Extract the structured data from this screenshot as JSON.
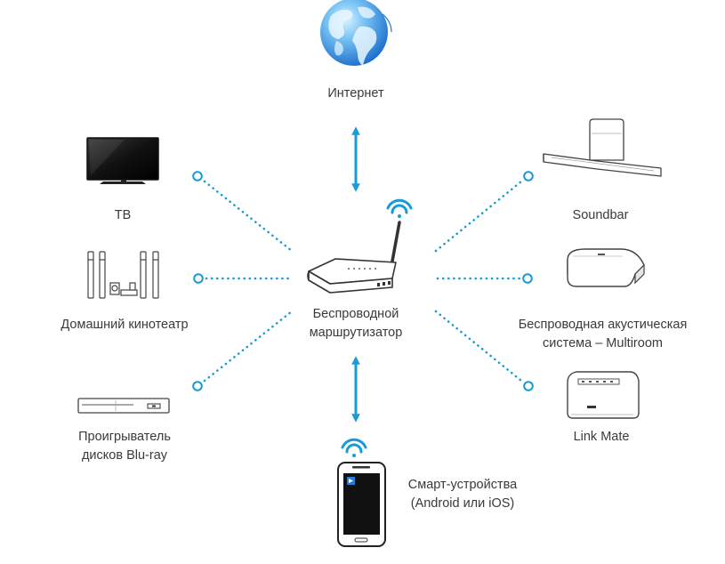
{
  "colors": {
    "accent": "#1a9ad6",
    "device_outline": "#333333",
    "device_dark": "#1b1b1b",
    "globe_light": "#8fd3ff",
    "globe_dark": "#1466c9",
    "text": "#3a3a3a"
  },
  "nodes": {
    "internet": {
      "label": "Интернет",
      "icon": "globe-icon"
    },
    "router": {
      "line1": "Беспроводной",
      "line2": "маршрутизатор",
      "icon": "wireless-router-icon"
    },
    "tv": {
      "label": "ТВ",
      "icon": "tv-icon"
    },
    "home_theater": {
      "label": "Домашний кинотеатр",
      "icon": "home-theater-icon"
    },
    "bluray": {
      "line1": "Проигрыватель",
      "line2": "дисков Blu-ray",
      "icon": "bluray-player-icon"
    },
    "soundbar": {
      "label": "Soundbar",
      "icon": "soundbar-icon"
    },
    "multiroom": {
      "line1": "Беспроводная акустическая",
      "line2": "система – Multiroom",
      "icon": "wireless-speaker-icon"
    },
    "link_mate": {
      "label": "Link Mate",
      "icon": "link-mate-icon"
    },
    "smart": {
      "line1": "Смарт-устройства",
      "line2": "(Android или iOS)",
      "icon": "smartphone-icon"
    }
  }
}
